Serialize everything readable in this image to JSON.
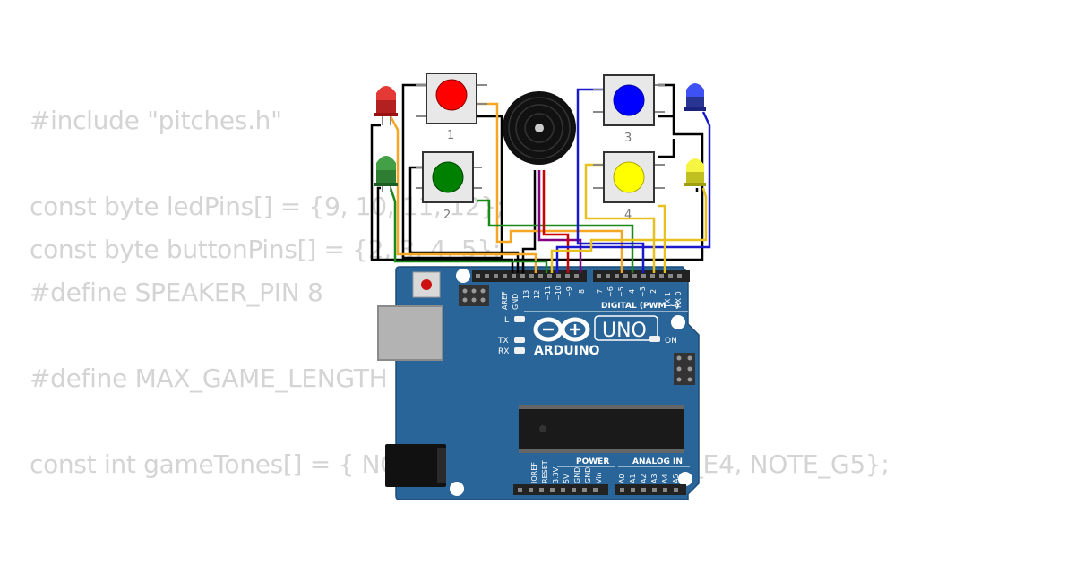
{
  "code_lines": [
    "#include \"pitches.h\"",
    "",
    "const byte ledPins[] = {9, 10, 11, 12};",
    "const byte buttonPins[] = {2, 3, 4, 5};",
    "#define SPEAKER_PIN 8",
    "",
    "#define MAX_GAME_LENGTH 100",
    "",
    "const int gameTones[] = { NOTE_G3, NOTE_C4, NOTE_E4, NOTE_G5};"
  ],
  "buttons": [
    {
      "label": "1",
      "color": "#ff0000"
    },
    {
      "label": "2",
      "color": "#008000"
    },
    {
      "label": "3",
      "color": "#0000ff"
    },
    {
      "label": "4",
      "color": "#ffff00"
    }
  ],
  "leds": [
    {
      "color": "#e53935"
    },
    {
      "color": "#43a047"
    },
    {
      "color": "#3f51f5"
    },
    {
      "color": "#f5f542"
    }
  ],
  "board": {
    "brand": "ARDUINO",
    "model": "UNO",
    "digital_label": "DIGITAL (PWM ~)",
    "power_label": "POWER",
    "analog_label": "ANALOG IN",
    "on_label": "ON",
    "l_label": "L",
    "tx_label": "TX",
    "rx_label": "RX",
    "digital_pins": [
      "AREF",
      "GND",
      "13",
      "12",
      "~11",
      "~10",
      "~9",
      "8",
      "7",
      "~6",
      "~5",
      "4",
      "~3",
      "2",
      "TX 1",
      "RX 0"
    ],
    "power_pins": [
      "IOREF",
      "RESET",
      "3.3V",
      "5V",
      "GND",
      "GND",
      "Vin"
    ],
    "analog_pins": [
      "A0",
      "A1",
      "A2",
      "A3",
      "A4",
      "A5"
    ],
    "color": "#2a6599"
  },
  "wire_colors": {
    "black": "#000000",
    "orange": "#f5a623",
    "green": "#1a8a1a",
    "blue": "#1a1acc",
    "yellow": "#e8c020",
    "purple": "#800080",
    "red": "#cc0000"
  }
}
